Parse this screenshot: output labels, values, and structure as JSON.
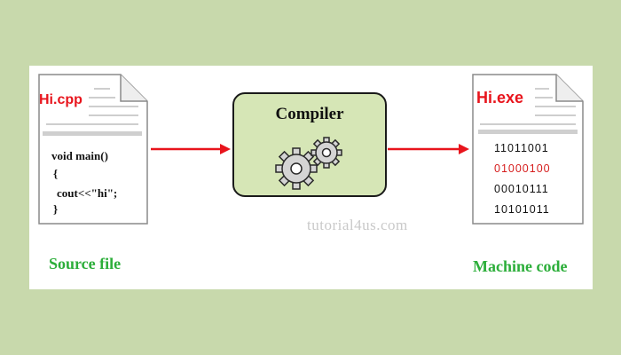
{
  "source": {
    "filename": "Hi.cpp",
    "code": [
      "void main()",
      "{",
      "cout<<\"hi\";",
      "}"
    ],
    "caption": "Source file"
  },
  "compiler": {
    "title": "Compiler"
  },
  "machine": {
    "filename": "Hi.exe",
    "binary": [
      "11011001",
      "01000100",
      "00010111",
      "10101011"
    ],
    "caption": "Machine code"
  },
  "watermark": "tutorial4us.com",
  "colors": {
    "background": "#c8d9ac",
    "panel": "#ffffff",
    "filename": "#e8141c",
    "caption": "#2cae3a",
    "arrow": "#e8141c",
    "compiler_fill": "#d6e6b6",
    "highlight_binary": "#d61e1e"
  },
  "icons": [
    "document-icon",
    "gears-icon",
    "arrow-right-icon"
  ]
}
